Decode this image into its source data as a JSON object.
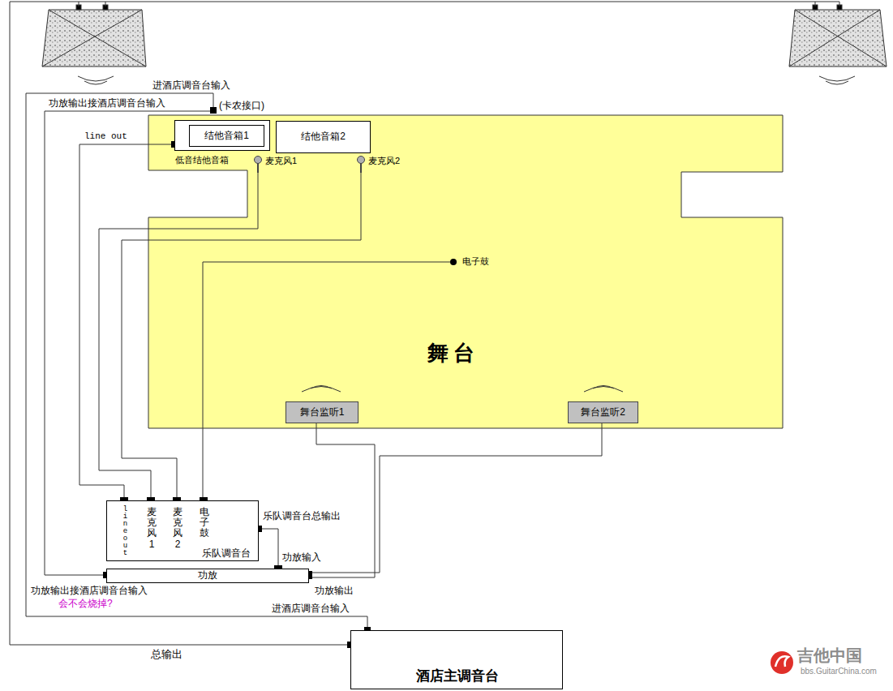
{
  "diagram": {
    "nodes": [
      {
        "text": [
          "舞 台"
        ]
      },
      {
        "text": [
          "低音结他音箱"
        ],
        "in": 0
      },
      {
        "text": [
          "结他音箱1"
        ],
        "in": 1
      },
      {
        "text": [
          "结他音箱2"
        ],
        "in": 0
      },
      {
        "text": [
          "麦克风1"
        ],
        "in": 0
      },
      {
        "text": [
          "麦克风2"
        ],
        "in": 0
      },
      {
        "text": [
          "电子鼓"
        ],
        "in": 0
      },
      {
        "text": [
          "舞台监听1"
        ],
        "in": 0
      },
      {
        "text": [
          "舞台监听2"
        ],
        "in": 0
      },
      {
        "text": [
          "line out",
          "麦克风1",
          "麦克风2",
          "电子鼓",
          "乐队调音台"
        ]
      },
      {
        "text": [
          "功放"
        ]
      },
      {
        "text": [
          "酒店主调音台"
        ]
      }
    ],
    "edges": [
      {
        "from": 1,
        "to": 9,
        "arrow": "none",
        "label": "line out"
      },
      {
        "from": 4,
        "to": 9,
        "arrow": "none"
      },
      {
        "from": 5,
        "to": 9,
        "arrow": "none"
      },
      {
        "from": 6,
        "to": 9,
        "arrow": "none"
      },
      {
        "from": 9,
        "to": 10,
        "arrow": "none",
        "label": "乐队调音台总输出"
      },
      {
        "from": 10,
        "to": 7,
        "arrow": "none",
        "label": "功放输出"
      },
      {
        "from": 10,
        "to": 8,
        "arrow": "none"
      },
      {
        "from": 10,
        "to": 11,
        "arrow": "none",
        "label": "功放输出接酒店调音台输入"
      }
    ],
    "labels": [
      "进酒店调音台输入",
      "功放输出接酒店调音台输入",
      "(卡农接口)",
      "功放输入",
      "会不会烧掉?",
      "进酒店调音台输入",
      "总输出",
      "吉他中国",
      "bbs.GuitarChina.com"
    ]
  }
}
